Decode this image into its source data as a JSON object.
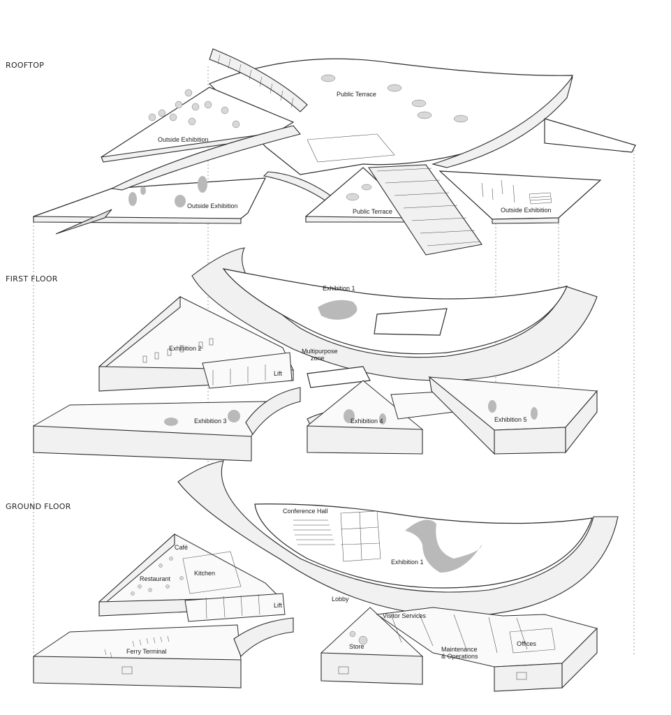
{
  "floors": {
    "rooftop": {
      "title": "ROOFTOP",
      "labels": {
        "public_terrace_top": "Public Terrace",
        "outside_exhibition_left": "Outside Exhibition",
        "outside_exhibition_bottom": "Outside Exhibition",
        "public_terrace_bottom": "Public Terrace",
        "outside_exhibition_right": "Outside Exhibition"
      }
    },
    "first": {
      "title": "FIRST FLOOR",
      "labels": {
        "exhibition_1": "Exhibition 1",
        "exhibition_2": "Exhibition 2",
        "multipurpose_1": "Multipurpose",
        "multipurpose_2": "zone",
        "lift": "Lift",
        "exhibition_3": "Exhibition 3",
        "exhibition_4": "Exhibition 4",
        "exhibition_5": "Exhibition 5"
      }
    },
    "ground": {
      "title": "GROUND FLOOR",
      "labels": {
        "conference_hall": "Conference Hall",
        "exhibition_1": "Exhibition 1",
        "cafe": "Café",
        "kitchen": "Kitchen",
        "restaurant": "Restaurant",
        "lift": "Lift",
        "lobby": "Lobby",
        "visitor_services": "Visitor Services",
        "ferry_terminal": "Ferry Terminal",
        "store": "Store",
        "maintenance_1": "Maintenance",
        "maintenance_2": "& Operations",
        "offices": "Offices"
      }
    }
  }
}
